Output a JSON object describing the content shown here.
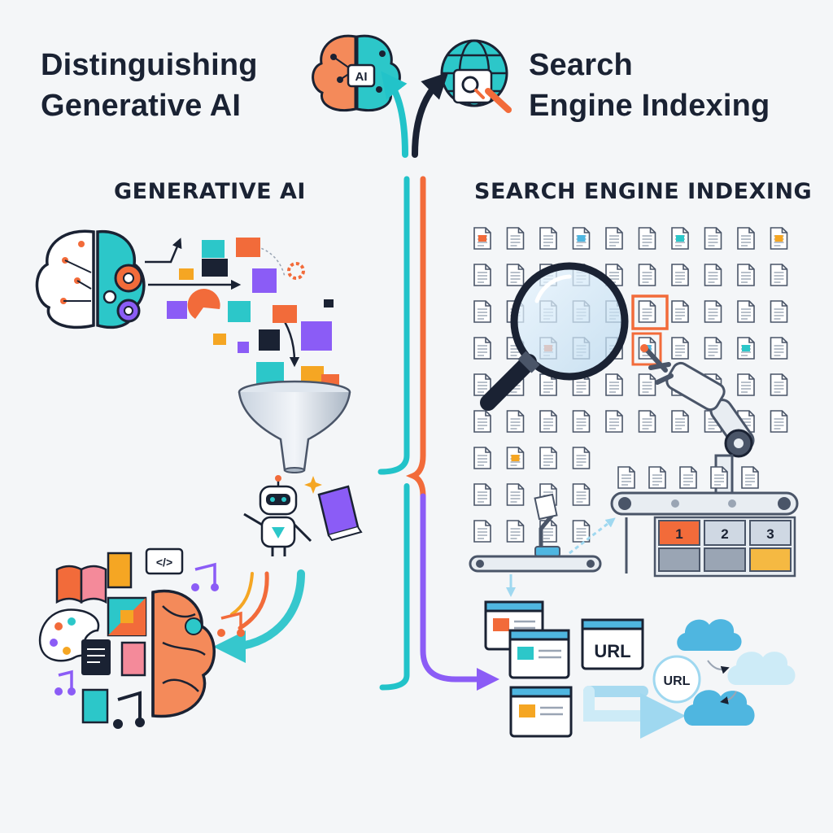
{
  "title": {
    "left_line1": "Distinguishing",
    "left_line2": "Generative AI",
    "right_line1": "Search",
    "right_line2": "Engine Indexing"
  },
  "sections": {
    "left": "GENERATIVE AI",
    "right": "SEARCH ENGINE INDEXING"
  },
  "icons": {
    "brain_badge": "AI",
    "code_tag": "</>",
    "bins": [
      "1",
      "2",
      "3"
    ],
    "url_box": "URL",
    "url_circle": "URL"
  },
  "colors": {
    "teal": "#22c3c9",
    "orange": "#f26b3a",
    "purple": "#8b5cf6",
    "navy": "#1a2233",
    "sky": "#4fb6e0"
  }
}
